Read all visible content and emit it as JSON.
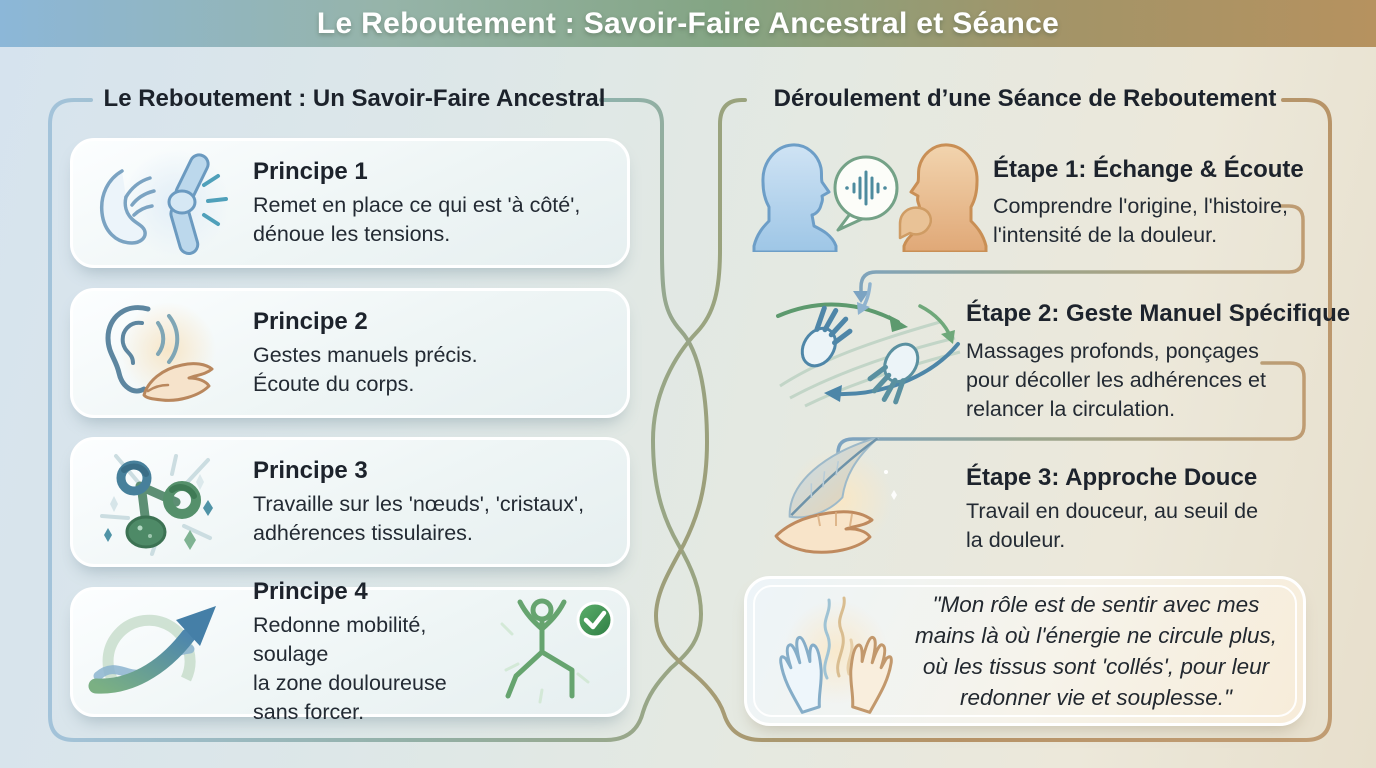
{
  "banner": {
    "title": "Le Reboutement : Savoir-Faire Ancestral et Séance"
  },
  "left_panel": {
    "title": "Le Reboutement : Un Savoir-Faire Ancestral",
    "cards": [
      {
        "title": "Principe 1",
        "description": "Remet en place ce qui est 'à côté',\ndénoue les tensions.",
        "icon": "hand-knee-joint-icon"
      },
      {
        "title": "Principe 2",
        "description": "Gestes manuels précis.\nÉcoute du corps.",
        "icon": "ear-listening-hand-icon"
      },
      {
        "title": "Principe 3",
        "description": "Travaille sur les 'nœuds', 'cristaux',\nadhérences tissulaires.",
        "icon": "tissue-knots-icon"
      },
      {
        "title": "Principe 4",
        "description": "Redonne mobilité, soulage\nla zone douloureuse\nsans forcer.",
        "icon": "mobility-arrow-icon",
        "icon_right": "yoga-pose-check-icon"
      }
    ]
  },
  "right_panel": {
    "title": "Déroulement d’une Séance de Reboutement",
    "steps": [
      {
        "title": "Étape 1: Échange & Écoute",
        "description": "Comprendre l'origine, l'histoire,\nl'intensité de la douleur.",
        "icon": "conversation-heads-icon"
      },
      {
        "title": "Étape 2: Geste Manuel Spécifique",
        "description": "Massages profonds, ponçages\npour décoller les adhérences et\nrelancer la circulation.",
        "icon": "massage-hands-icon"
      },
      {
        "title": "Étape 3: Approche Douce",
        "description": "Travail en douceur, au seuil de\nla douleur.",
        "icon": "feather-hand-icon"
      }
    ],
    "quote": {
      "text": "\"Mon rôle est de sentir avec mes\nmains là où l'énergie ne circule plus,\noù les tissus sont 'collés', pour leur\nredonner vie et souplesse.\"",
      "icon": "healing-hands-icon"
    }
  },
  "colors": {
    "banner_blue": "#8cb7d8",
    "banner_green": "#84a584",
    "banner_tan": "#b6925f",
    "frame_left_blue": "#a3c3da",
    "frame_left_green": "#8fb3a6",
    "frame_right_olive": "#9aa37e",
    "frame_right_tan": "#bf9c72",
    "text_dark": "#20262e",
    "card_background": "#f2f8f8",
    "accent_green": "#5d9a6e",
    "accent_blue": "#4d86a8",
    "check_green": "#2e7d44"
  }
}
